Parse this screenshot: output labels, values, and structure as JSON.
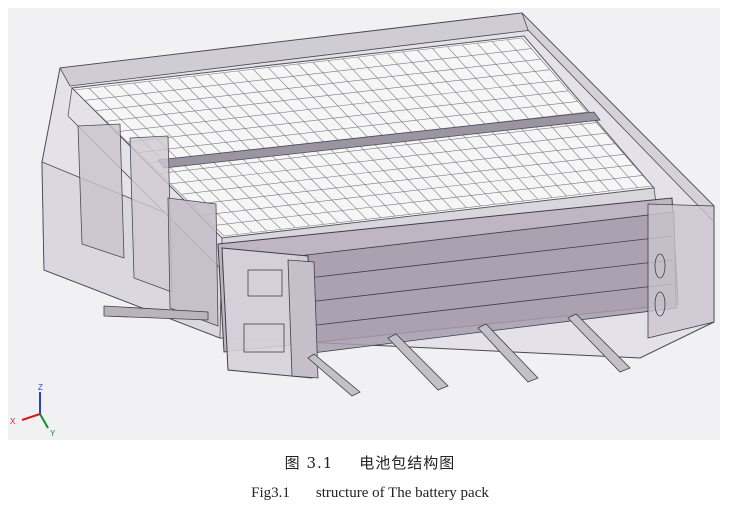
{
  "caption_cn": {
    "number": "图 3.1",
    "title": "电池包结构图"
  },
  "caption_en": {
    "number": "Fig3.1",
    "title": "structure of The battery pack"
  },
  "triad": {
    "x_label": "X",
    "y_label": "Y",
    "z_label": "Z",
    "x_color": "#d01c1c",
    "y_color": "#1a8a2a",
    "z_color": "#2a3fd0"
  },
  "colors": {
    "background": "#f0f0f2",
    "frame_fill": "#e6e4ea",
    "frame_edge": "#4a4a55",
    "plate_fill": "#b7aebb",
    "module_fill": "#f4f4f4",
    "cell_line": "#7a7a82"
  }
}
